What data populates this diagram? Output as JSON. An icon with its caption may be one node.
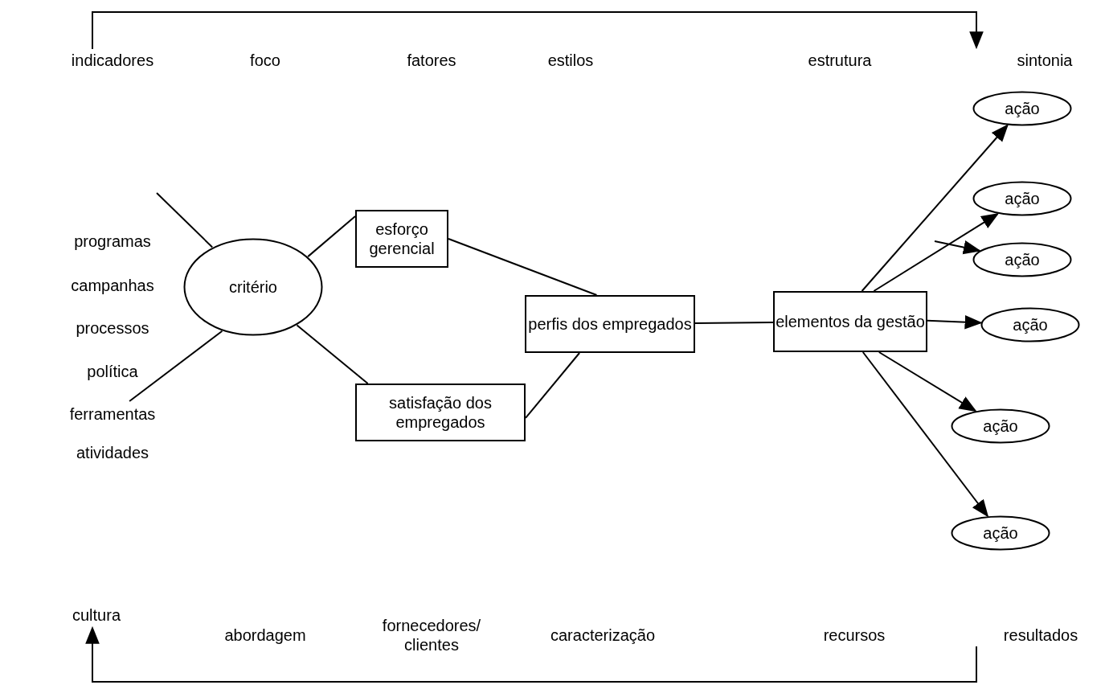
{
  "diagram": {
    "nodes": [
      {
        "text": [
          "indicadores"
        ]
      },
      {
        "text": [
          "sintonia"
        ]
      },
      {
        "text": [
          "critério"
        ]
      },
      {
        "text": [
          "esforço gerencial"
        ]
      },
      {
        "text": [
          "satisfação dos empregados"
        ]
      },
      {
        "text": [
          "perfis dos empregados"
        ]
      },
      {
        "text": [
          "elementos da gestão"
        ]
      },
      {
        "text": [
          "ação"
        ]
      },
      {
        "text": [
          "ação"
        ]
      },
      {
        "text": [
          "ação"
        ]
      },
      {
        "text": [
          "ação"
        ]
      },
      {
        "text": [
          "ação"
        ]
      },
      {
        "text": [
          "ação"
        ]
      },
      {
        "text": [
          "cultura"
        ]
      },
      {
        "text": [
          "resultados"
        ]
      },
      {
        "text": [
          "ferramentas"
        ]
      }
    ],
    "edges": [
      {
        "from": 0,
        "to": 1,
        "arrow": "to"
      },
      {
        "from": 14,
        "to": 13,
        "arrow": "to"
      },
      {
        "from": null,
        "to": 2,
        "arrow": "none"
      },
      {
        "from": 2,
        "to": 15,
        "arrow": "none"
      },
      {
        "from": 2,
        "to": 3,
        "arrow": "none"
      },
      {
        "from": 2,
        "to": 4,
        "arrow": "none"
      },
      {
        "from": 3,
        "to": 5,
        "arrow": "none"
      },
      {
        "from": 4,
        "to": 5,
        "arrow": "none"
      },
      {
        "from": 5,
        "to": 6,
        "arrow": "none"
      },
      {
        "from": 6,
        "to": 7,
        "arrow": "to"
      },
      {
        "from": 6,
        "to": 8,
        "arrow": "to"
      },
      {
        "from": null,
        "to": 9,
        "arrow": "to"
      },
      {
        "from": 6,
        "to": 10,
        "arrow": "to"
      },
      {
        "from": 6,
        "to": 11,
        "arrow": "to"
      },
      {
        "from": 6,
        "to": 12,
        "arrow": "to"
      }
    ],
    "labels": [
      "foco",
      "fatores",
      "estilos",
      "estrutura",
      "programas",
      "campanhas",
      "processos",
      "política",
      "atividades",
      "abordagem",
      "fornecedores/ clientes",
      "caracterização",
      "recursos"
    ]
  }
}
